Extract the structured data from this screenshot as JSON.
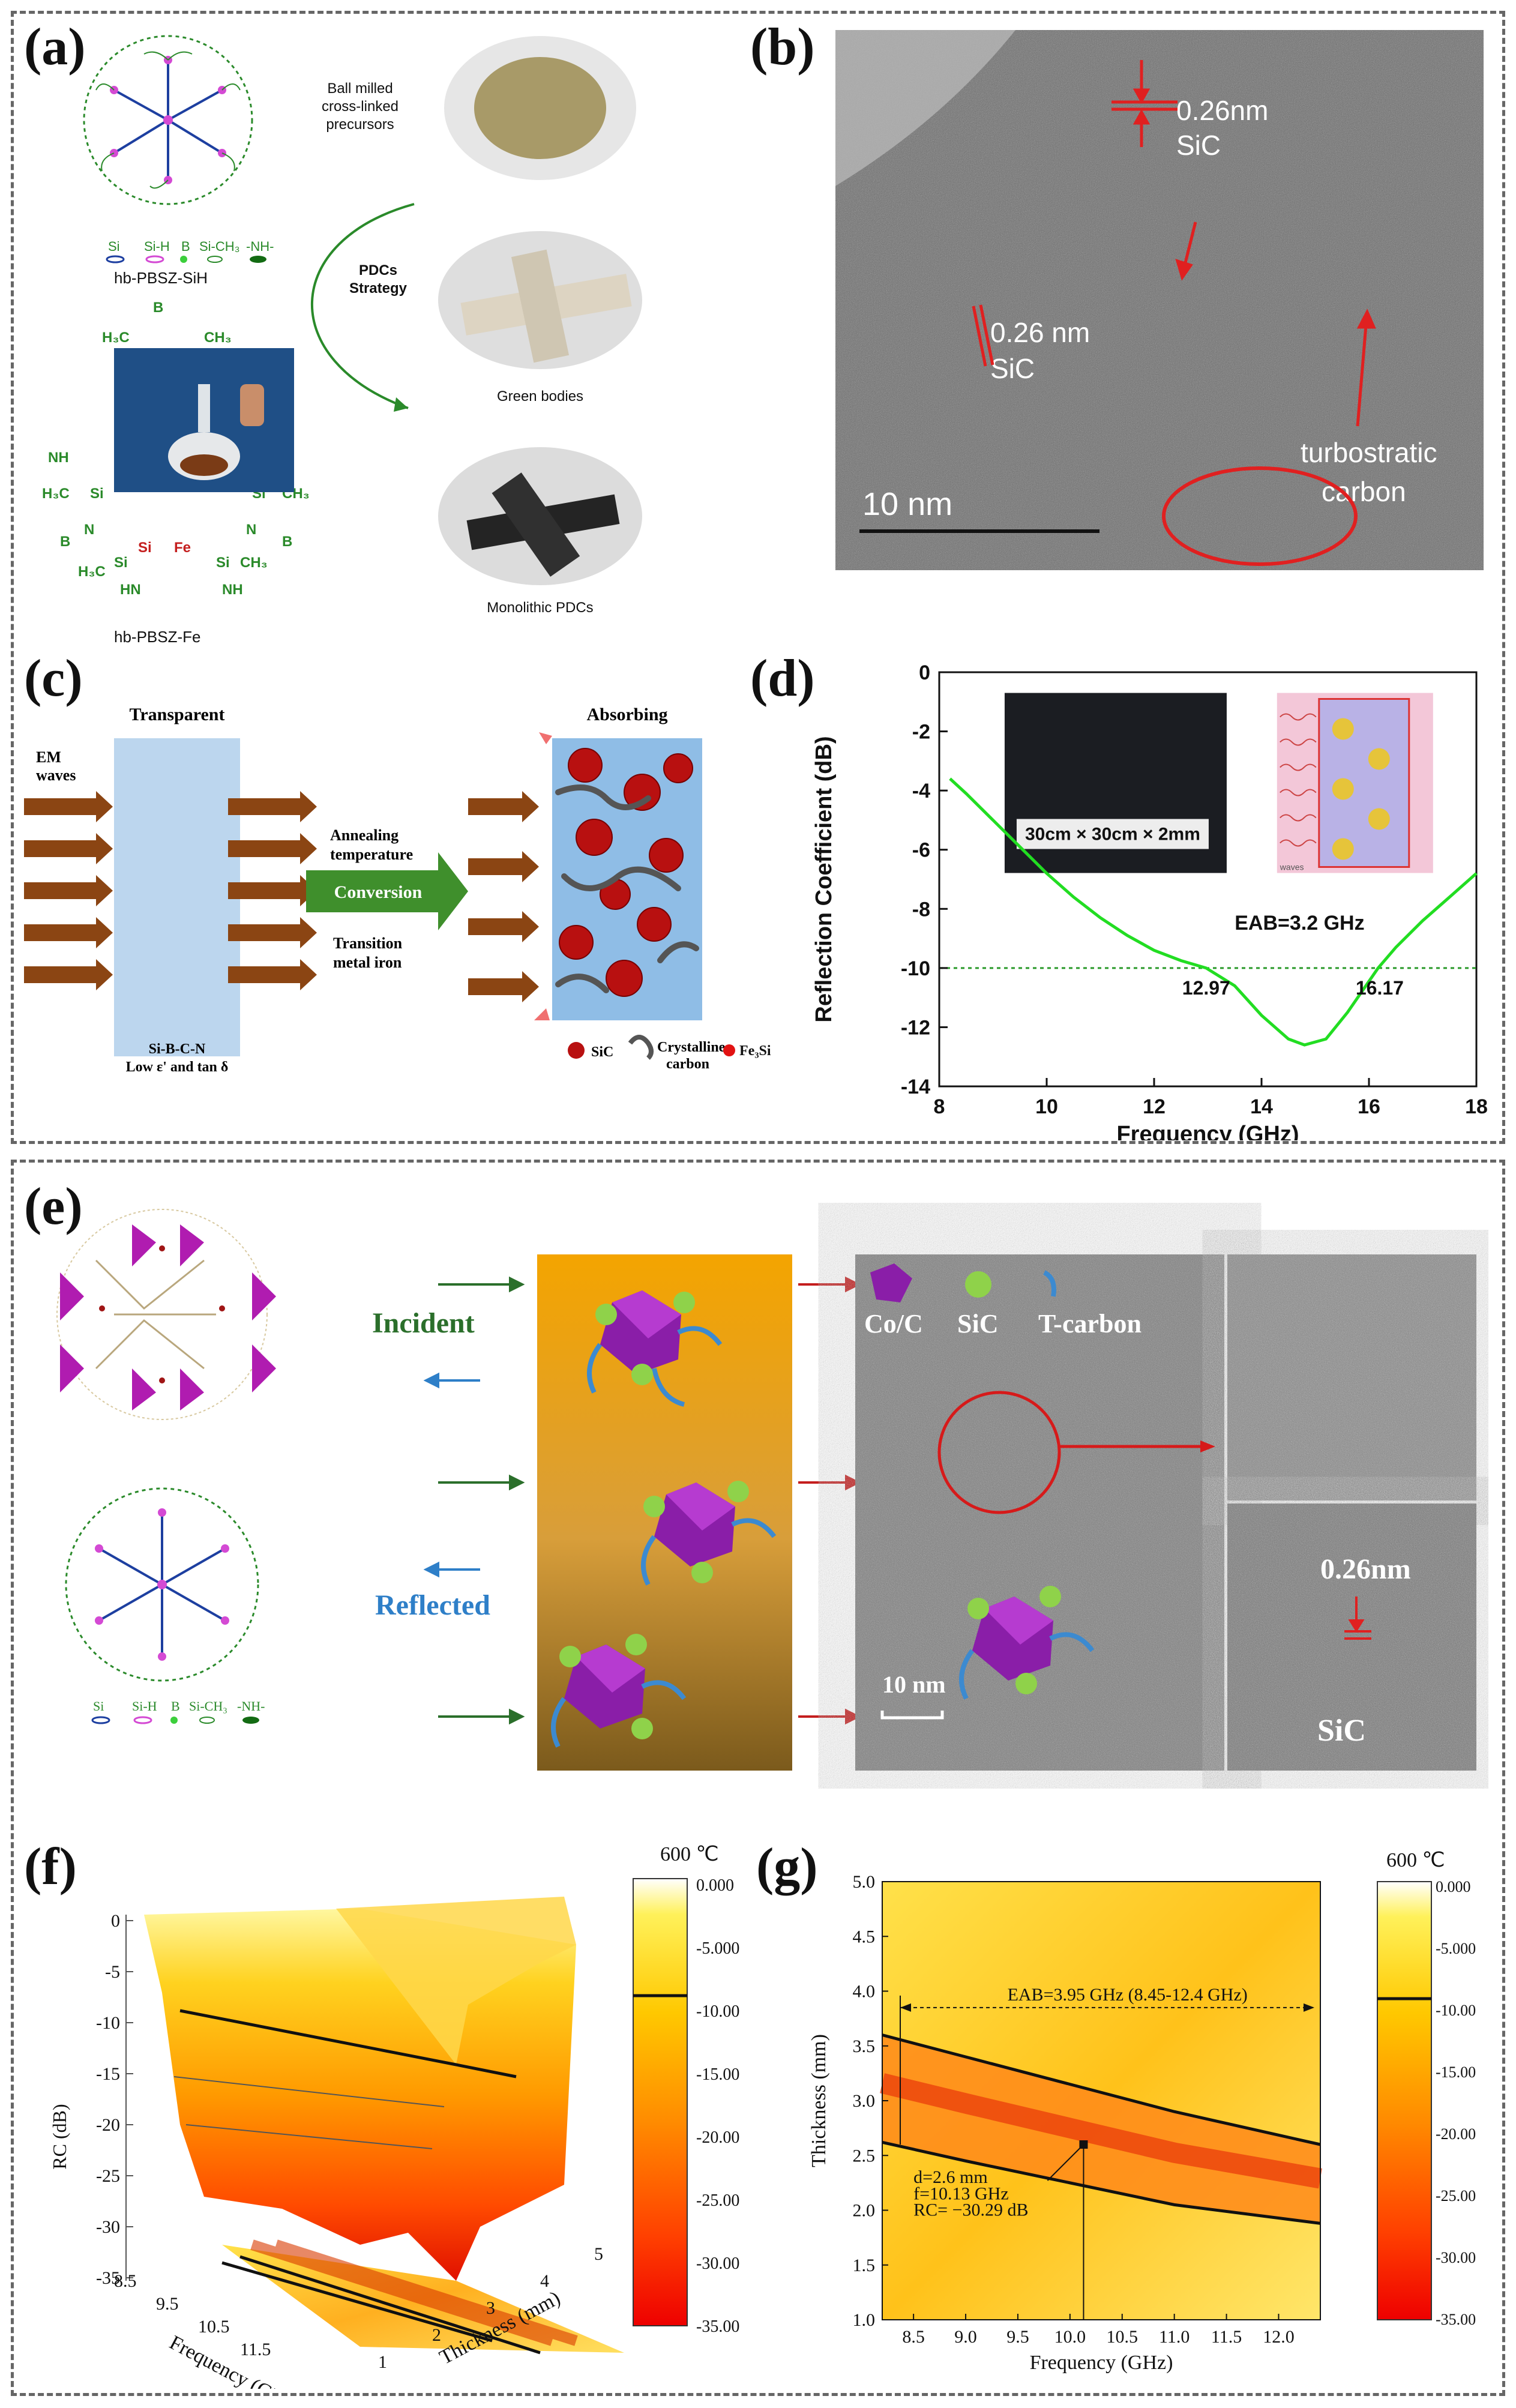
{
  "panel_labels": {
    "a": "(a)",
    "b": "(b)",
    "c": "(c)",
    "d": "(d)",
    "e": "(e)",
    "f": "(f)",
    "g": "(g)"
  },
  "panel_a": {
    "ball_milled": [
      "Ball milled",
      "cross-linked",
      "precursors"
    ],
    "legend": [
      "Si",
      "Si-H",
      "B",
      "Si-CH₃",
      "-NH-"
    ],
    "hb_sih": "hb-PBSZ-SiH",
    "hb_fe": "hb-PBSZ-Fe",
    "pdcs_strategy": [
      "PDCs",
      "Strategy"
    ],
    "green_bodies": "Green bodies",
    "monolithic": "Monolithic PDCs"
  },
  "panel_b": {
    "label1": [
      "0.26nm",
      "SiC"
    ],
    "label2": [
      "0.26 nm",
      "SiC"
    ],
    "turbo": [
      "turbostratic",
      "carbon"
    ],
    "scale": "10  nm"
  },
  "panel_c": {
    "transparent": "Transparent",
    "absorbing": "Absorbing",
    "em_waves": [
      "EM",
      "waves"
    ],
    "annealing": [
      "Annealing",
      "temperature"
    ],
    "conversion": "Conversion",
    "transition": [
      "Transition",
      "metal iron"
    ],
    "sibcn": [
      "Si-B-C-N",
      "Low ε' and tan δ"
    ],
    "legend": [
      "SiC",
      "Crystalline",
      "carbon",
      "Fe₃Si"
    ]
  },
  "chart_data": [
    {
      "type": "line",
      "panel": "d",
      "xlabel": "Frequency (GHz)",
      "ylabel": "Reflection Coefficient (dB)",
      "xlim": [
        8,
        18
      ],
      "ylim": [
        -14,
        0
      ],
      "xticks": [
        "8",
        "10",
        "12",
        "14",
        "16",
        "18"
      ],
      "yticks": [
        "0",
        "-2",
        "-4",
        "-6",
        "-8",
        "-10",
        "-12",
        "-14"
      ],
      "x": [
        8.2,
        8.5,
        9,
        9.5,
        10,
        10.5,
        11,
        11.5,
        12,
        12.5,
        12.97,
        13.5,
        14,
        14.5,
        14.8,
        15.2,
        15.6,
        16.17,
        16.5,
        17,
        17.5,
        18
      ],
      "y": [
        -3.6,
        -4.1,
        -5.0,
        -5.9,
        -6.8,
        -7.6,
        -8.3,
        -8.9,
        -9.4,
        -9.75,
        -10.0,
        -10.6,
        -11.6,
        -12.4,
        -12.6,
        -12.4,
        -11.5,
        -10.0,
        -9.3,
        -8.4,
        -7.6,
        -6.8
      ],
      "threshold": -10,
      "annotations": [
        "EAB=3.2 GHz",
        "12.97",
        "16.17"
      ],
      "inset_label": "30cm × 30cm × 2mm",
      "inset_waves": "waves",
      "color": "#22dd22"
    },
    {
      "type": "surface",
      "panel": "f",
      "zlabel": "RC (dB)",
      "xlabel": "Frequency (GHz)",
      "ylabel": "Thickness (mm)",
      "zticks": [
        "0",
        "-5",
        "-10",
        "-15",
        "-20",
        "-25",
        "-30",
        "-35"
      ],
      "xticks": [
        "8.5",
        "9.5",
        "10.5",
        "11.5"
      ],
      "yticks": [
        "1",
        "2",
        "3",
        "4",
        "5"
      ],
      "colorbar_title": "600 ℃",
      "colorbar_ticks": [
        "0.000",
        "-5.000",
        "-10.00",
        "-15.00",
        "-20.00",
        "-25.00",
        "-30.00",
        "-35.00"
      ]
    },
    {
      "type": "heatmap",
      "panel": "g",
      "xlabel": "Frequency (GHz)",
      "ylabel": "Thickness (mm)",
      "xlim": [
        8.2,
        12.4
      ],
      "ylim": [
        1.0,
        5.0
      ],
      "xticks": [
        "8.5",
        "9.0",
        "9.5",
        "10.0",
        "10.5",
        "11.0",
        "11.5",
        "12.0"
      ],
      "yticks": [
        "1.0",
        "1.5",
        "2.0",
        "2.5",
        "3.0",
        "3.5",
        "4.0",
        "4.5",
        "5.0"
      ],
      "eab_label": "EAB=3.95 GHz (8.45-12.4 GHz)",
      "marker": {
        "d": "d=2.6 mm",
        "f": "f=10.13 GHz",
        "rc": "RC= −30.29 dB",
        "x": 10.13,
        "y": 2.6
      },
      "upper_contour": [
        [
          8.2,
          3.6
        ],
        [
          9,
          3.4
        ],
        [
          10,
          3.15
        ],
        [
          11,
          2.9
        ],
        [
          12.4,
          2.6
        ]
      ],
      "lower_contour": [
        [
          8.2,
          2.62
        ],
        [
          9,
          2.45
        ],
        [
          10,
          2.25
        ],
        [
          11,
          2.05
        ],
        [
          12.4,
          1.88
        ]
      ],
      "colorbar_title": "600 ℃",
      "colorbar_ticks": [
        "0.000",
        "-5.000",
        "-10.00",
        "-15.00",
        "-20.00",
        "-25.00",
        "-30.00",
        "-35.00"
      ]
    }
  ],
  "panel_e": {
    "incident": "Incident",
    "reflected": "Reflected",
    "legend": [
      "Co/C",
      "SiC",
      "T-carbon"
    ],
    "scale": "10 nm",
    "lattice": "0.26nm",
    "sic": "SiC",
    "mol_legend": [
      "Si",
      "Si-H",
      "B",
      "Si-CH₃",
      "-NH-"
    ]
  }
}
